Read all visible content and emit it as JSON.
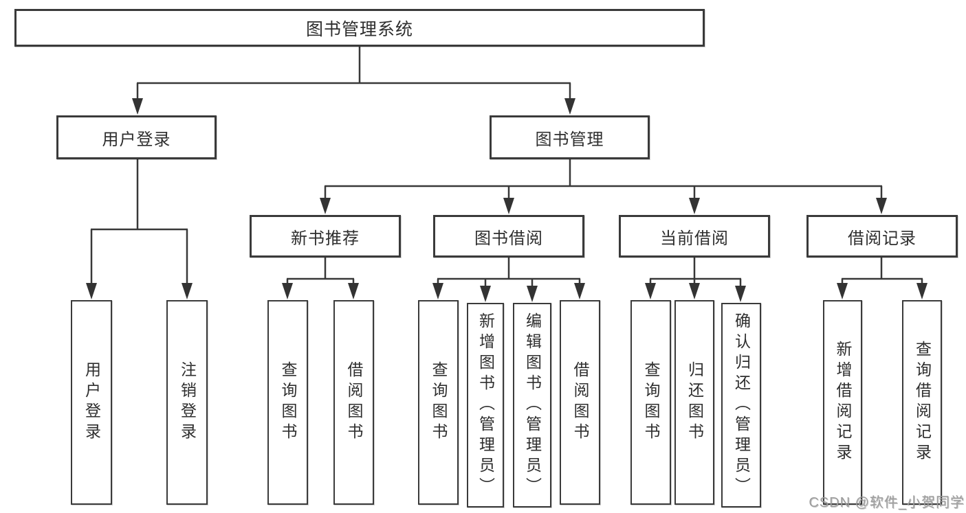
{
  "tree": {
    "label": "图书管理系统",
    "children": [
      {
        "label": "用户登录",
        "children": [
          {
            "label": "用户登录"
          },
          {
            "label": "注销登录"
          }
        ]
      },
      {
        "label": "图书管理",
        "children": [
          {
            "label": "新书推荐",
            "children": [
              {
                "label": "查询图书"
              },
              {
                "label": "借阅图书"
              }
            ]
          },
          {
            "label": "图书借阅",
            "children": [
              {
                "label": "查询图书"
              },
              {
                "label": "新增图书（管理员）"
              },
              {
                "label": "编辑图书（管理员）"
              },
              {
                "label": "借阅图书"
              }
            ]
          },
          {
            "label": "当前借阅",
            "children": [
              {
                "label": "查询图书"
              },
              {
                "label": "归还图书"
              },
              {
                "label": "确认归还（管理员）"
              }
            ]
          },
          {
            "label": "借阅记录",
            "children": [
              {
                "label": "新增借阅记录"
              },
              {
                "label": "查询借阅记录"
              }
            ]
          }
        ]
      }
    ]
  },
  "watermark": "CSDN @软件_小贺同学",
  "colors": {
    "line": "#383838",
    "box_border": "#3a3a3a",
    "text": "#2e2e2e",
    "watermark": "#9e9e9e",
    "background": "#ffffff"
  }
}
